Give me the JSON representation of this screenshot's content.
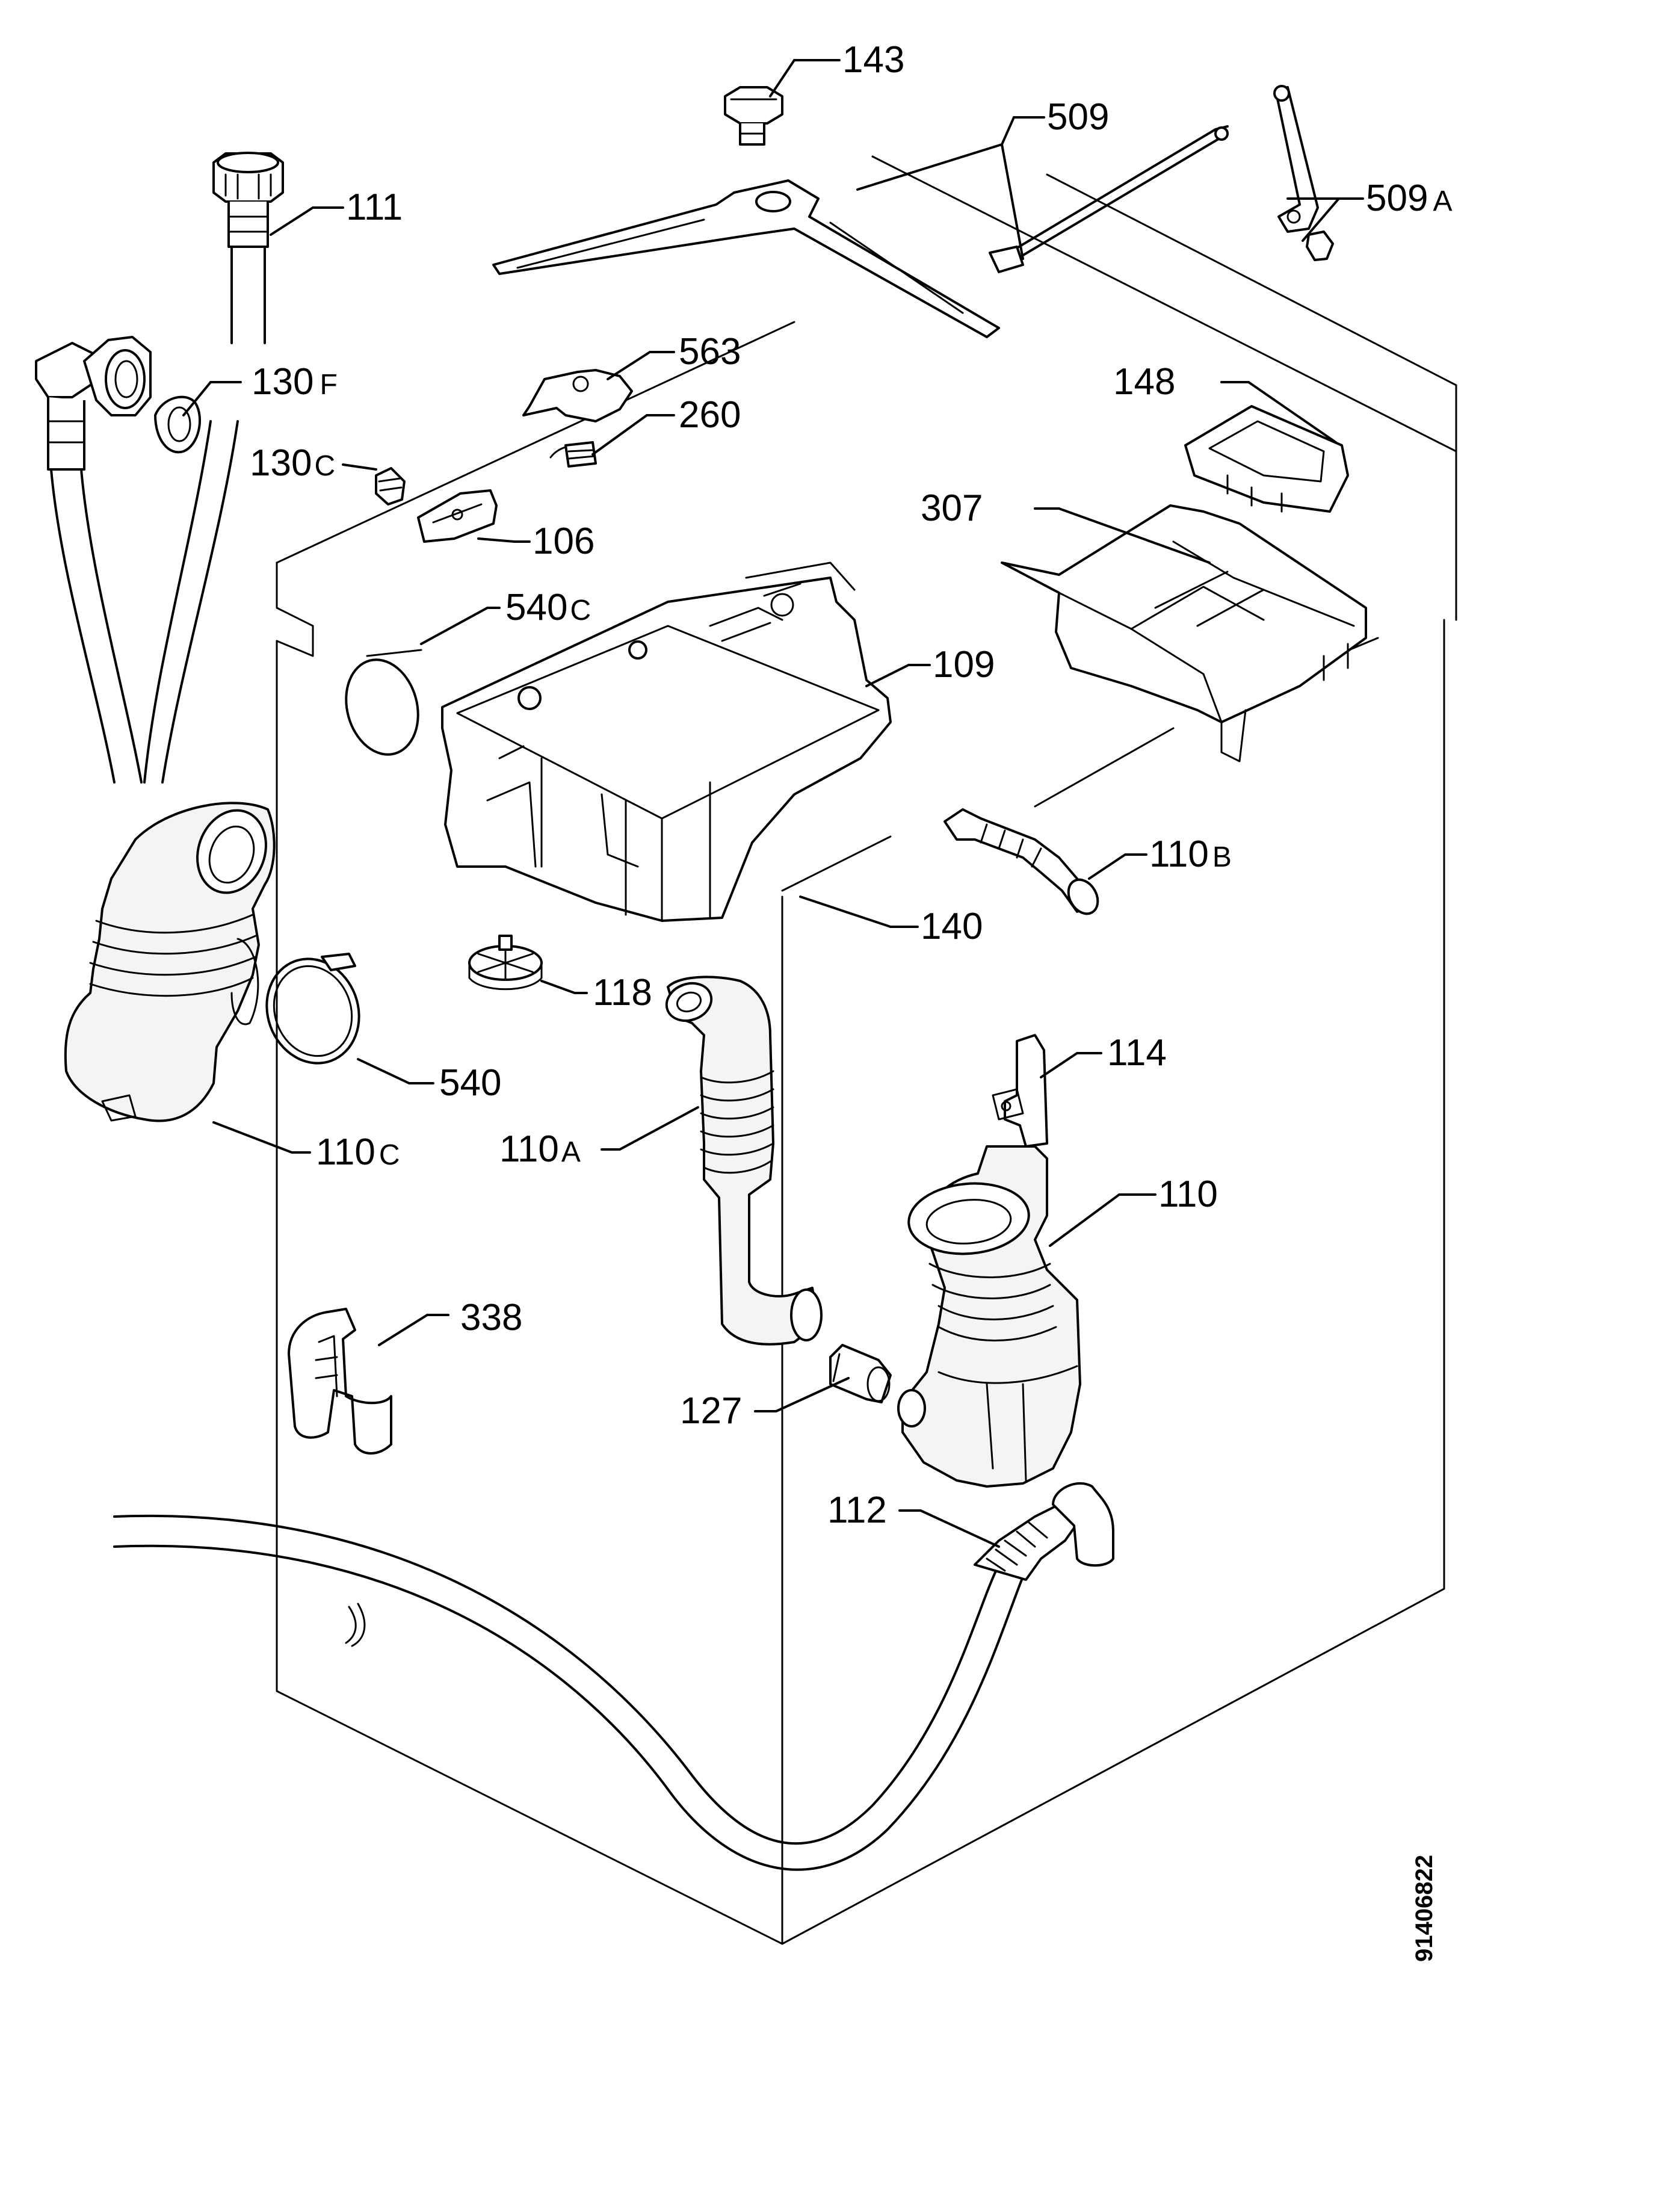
{
  "labels": {
    "l143": {
      "num": "143",
      "suffix": ""
    },
    "l509": {
      "num": "509",
      "suffix": ""
    },
    "l509a": {
      "num": "509",
      "suffix": "A"
    },
    "l111": {
      "num": "111",
      "suffix": ""
    },
    "l130f": {
      "num": "130",
      "suffix": "F"
    },
    "l563": {
      "num": "563",
      "suffix": ""
    },
    "l260": {
      "num": "260",
      "suffix": ""
    },
    "l148": {
      "num": "148",
      "suffix": ""
    },
    "l130c": {
      "num": "130",
      "suffix": "C"
    },
    "l106": {
      "num": "106",
      "suffix": ""
    },
    "l307": {
      "num": "307",
      "suffix": ""
    },
    "l540c": {
      "num": "540",
      "suffix": "C"
    },
    "l109": {
      "num": "109",
      "suffix": ""
    },
    "l110b": {
      "num": "110",
      "suffix": "B"
    },
    "l140": {
      "num": "140",
      "suffix": ""
    },
    "l118": {
      "num": "118",
      "suffix": ""
    },
    "l540": {
      "num": "540",
      "suffix": ""
    },
    "l114": {
      "num": "114",
      "suffix": ""
    },
    "l110a": {
      "num": "110",
      "suffix": "A"
    },
    "l110c": {
      "num": "110",
      "suffix": "C"
    },
    "l110": {
      "num": "110",
      "suffix": ""
    },
    "l338": {
      "num": "338",
      "suffix": ""
    },
    "l127": {
      "num": "127",
      "suffix": ""
    },
    "l112": {
      "num": "112",
      "suffix": ""
    }
  },
  "document_id": "91406822"
}
